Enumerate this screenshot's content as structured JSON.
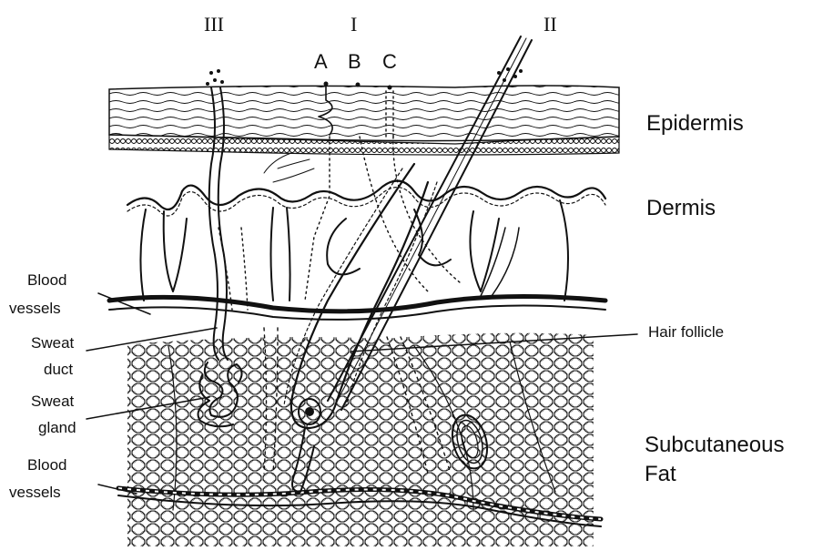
{
  "routes": {
    "I": "I",
    "II": "II",
    "III": "III",
    "A": "A",
    "B": "B",
    "C": "C"
  },
  "layers": {
    "epidermis": "Epidermis",
    "dermis": "Dermis",
    "subcutaneous_1": "Subcutaneous",
    "subcutaneous_2": "Fat"
  },
  "left_labels": {
    "blood_vessels_top_1": "Blood",
    "blood_vessels_top_2": "vessels",
    "sweat_duct_1": "Sweat",
    "sweat_duct_2": "duct",
    "sweat_gland_1": "Sweat",
    "sweat_gland_2": "gland",
    "blood_vessels_bottom_1": "Blood",
    "blood_vessels_bottom_2": "vessels"
  },
  "right_labels": {
    "hair_follicle": "Hair follicle"
  },
  "colors": {
    "ink": "#111111",
    "background": "#ffffff"
  }
}
